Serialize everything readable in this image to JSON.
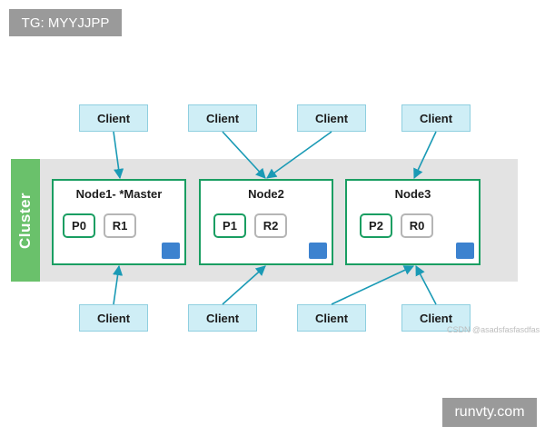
{
  "watermarks": {
    "top": "TG: MYYJJPP",
    "bottom": "runvty.com"
  },
  "cluster_label": "Cluster",
  "credit": "CSDN @asadsfasfasdfas",
  "client_label": "Client",
  "nodes": [
    {
      "title": "Node1- *Master",
      "primary": "P0",
      "replica": "R1"
    },
    {
      "title": "Node2",
      "primary": "P1",
      "replica": "R2"
    },
    {
      "title": "Node3",
      "primary": "P2",
      "replica": "R0"
    }
  ],
  "colors": {
    "node_border": "#1a9e62",
    "cluster_green": "#6ac16b",
    "client_fill": "#cfeef6",
    "arrow": "#1a9ab5",
    "node_marker": "#3c82cf"
  }
}
